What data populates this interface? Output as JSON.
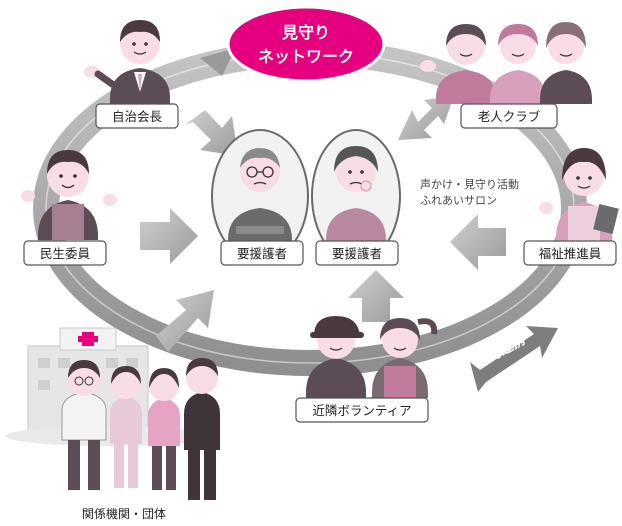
{
  "title": {
    "line1": "見守り",
    "line2": "ネットワーク",
    "color": "#e5007f"
  },
  "labels": {
    "jichikaicho": "自治会長",
    "roujin_club": "老人クラブ",
    "minsei_iin": "民生委員",
    "fukushi_suishin": "福祉推進員",
    "yoengosha_1": "要援護者",
    "yoengosha_2": "要援護者",
    "kinrin_volunteer": "近隣ボランティア",
    "kankei_kikan": "関係機関・団体",
    "kyoryoku_renkei": "協力連携"
  },
  "activity_note": {
    "line1": "声かけ・見守り活動",
    "line2": "ふれあいサロン"
  },
  "colors": {
    "ring": "#a9a9a9",
    "ring_dark": "#8c8c8c",
    "arrow": "#b8b8b8",
    "pink_shirt": "#d9a0be",
    "dark_shirt": "#5b4c55",
    "hair": "#4a3a3f",
    "skin": "#f8dde6"
  }
}
